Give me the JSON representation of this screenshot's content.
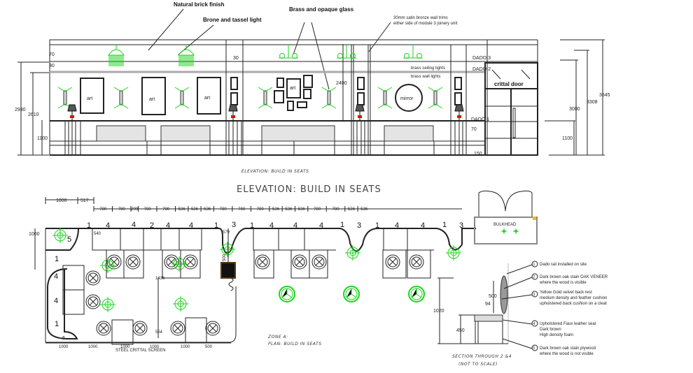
{
  "elevation": {
    "callouts": {
      "brick": "Natural brick finish",
      "tassel": "Brone and tassel light",
      "brass": "Brass and opaque glass",
      "trims_1": "30mm satin bronze wall trims",
      "trims_2": "either side of module 3 joinery unit",
      "ceiling_lights": "brass ceiling lights",
      "wall_lights": "brass wall lights"
    },
    "art_labels": [
      "art",
      "art",
      "art",
      "art"
    ],
    "mirror": "mirror",
    "door": "crittal door",
    "dado": [
      "DADO 3",
      "DADO 2",
      "DADO 1"
    ],
    "dims": {
      "d70": "70",
      "d30": "30",
      "d30b": "30",
      "d2930": "2930",
      "d2610": "2610",
      "d1100": "1100",
      "d2400": "2400",
      "d70b": "70",
      "d150": "150",
      "r1100": "1100",
      "r3000": "3000",
      "r3308": "3308",
      "r3645": "3645"
    },
    "caption": "ELEVATION:  BUILD  IN  SEATS"
  },
  "plan": {
    "title": "ELEVATION:  BUILD  IN  SEATS",
    "top_dims_1": [
      "1000",
      "517"
    ],
    "top_dims_2": [
      "780",
      "780",
      "299",
      "780",
      "780",
      "536",
      "536",
      "536",
      "780",
      "780",
      "780",
      "536",
      "536",
      "536",
      "780",
      "780",
      "536",
      "536"
    ],
    "bench_numbers": [
      "1",
      "4",
      "4",
      "2",
      "4",
      "4",
      "1",
      "3",
      "1",
      "4",
      "4",
      "4",
      "1",
      "3",
      "1",
      "4",
      "4",
      "1",
      "3"
    ],
    "left_numbers": [
      "5",
      "1",
      "4",
      "4",
      "1",
      "6"
    ],
    "bottom_dims": [
      "1000",
      "1000",
      "1000",
      "1000",
      "1000",
      "500"
    ],
    "screen_label": "STEEL CRITTAL SCREEN",
    "dims": {
      "d1000": "1000",
      "d540": "540",
      "d579": "579",
      "d500": "500",
      "d1436": "1436",
      "d564": "564"
    },
    "zone_1": "ZONE A:",
    "zone_2": "PLAN:  BUILD IN SEATS",
    "bulkhead": "BULKHEAD"
  },
  "section": {
    "dims": {
      "d1020": "1020",
      "d450": "450",
      "d500": "500",
      "d94": "94"
    },
    "caption_1": "SECTION  THROUGH  2  &4",
    "caption_2": "(NOT  TO  SCALE)",
    "notes": [
      {
        "num": "1",
        "lines": [
          "Dado rail installed on site"
        ]
      },
      {
        "num": "2",
        "lines": [
          "Dark brown oak stain OAK VENEER",
          "where the wood is visible"
        ]
      },
      {
        "num": "3",
        "lines": [
          "Yellow Gold velvet back rest",
          "medium density and feather cushion",
          "upholstered back cushion on a cleat"
        ]
      },
      {
        "num": "4",
        "lines": [
          "Upholstered  Faux leather seat",
          "Dark brown",
          "High density foam"
        ]
      },
      {
        "num": "5",
        "lines": [
          "Dark brown oak stain plywood",
          "where the wood is not visible"
        ]
      }
    ]
  },
  "colors": {
    "line": "#222222",
    "light_green": "#1ed41e",
    "accent_red": "#e01010",
    "brown": "#5a3a14"
  }
}
